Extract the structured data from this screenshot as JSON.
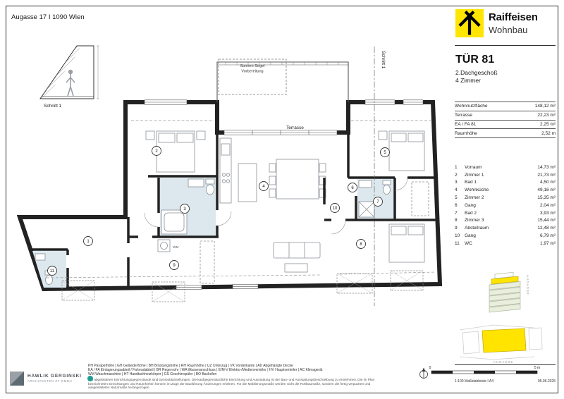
{
  "header": {
    "address": "Augasse 17 I 1090 Wien",
    "brand": "Raiffeisen",
    "brand_sub": "Wohnbau"
  },
  "sidebar": {
    "title": "TÜR 81",
    "floor": "2.Dachgeschoß",
    "room_count": "4 Zimmer",
    "summary": [
      {
        "label": "Wohnnutzfläche",
        "value": "148,12 m²"
      },
      {
        "label": "Terrasse",
        "value": "22,23 m²"
      },
      {
        "label": "EA / FA 81",
        "value": "2,25 m²"
      },
      {
        "label": "Raumhöhe",
        "value": "2,52 m"
      }
    ],
    "rooms": [
      {
        "nr": "1",
        "name": "Vorraum",
        "area": "14,73 m²"
      },
      {
        "nr": "2",
        "name": "Zimmer 1",
        "area": "21,73 m²"
      },
      {
        "nr": "3",
        "name": "Bad 1",
        "area": "4,50 m²"
      },
      {
        "nr": "4",
        "name": "Wohnküche",
        "area": "49,16 m²"
      },
      {
        "nr": "5",
        "name": "Zimmer 2",
        "area": "15,35 m²"
      },
      {
        "nr": "6",
        "name": "Gang",
        "area": "2,04 m²"
      },
      {
        "nr": "7",
        "name": "Bad 2",
        "area": "3,93 m²"
      },
      {
        "nr": "8",
        "name": "Zimmer 3",
        "area": "15,44 m²"
      },
      {
        "nr": "9",
        "name": "Abstellraum",
        "area": "12,48 m²"
      },
      {
        "nr": "10",
        "name": "Gang",
        "area": "6,79 m²"
      },
      {
        "nr": "11",
        "name": "WC",
        "area": "1,97 m²"
      }
    ],
    "street_label": "AUGASSE"
  },
  "plan": {
    "section_label": "Schnitt 1",
    "terrace_label": "Terrasse",
    "sunsail_line1": "Sonnen-Segel",
    "sunsail_line2": "Vorbereitung",
    "wm_label": "WM"
  },
  "footer": {
    "legend_line1": "PH Parapethöhe | GH Geländerhöhe | BH Brüstungshöhe | RH Raumhöhe | UZ Unterzug | VK Vorderkante | AD Abgehängte Decke",
    "legend_line2": "EA / FA Einlagerungsabteil / Fahrradabteil | BR Regenrohr | WA Wasseranschluss | E/M-V Elektro-/Medienverteiler | HV Hauptverteiler | AC Klimagerät",
    "legend_line3": "WM Waschmaschine | HT Handtuchheizkörper | GS Geschirrspüler | BO Backofen",
    "disclaimer": "Die abgebildeten Einrichtungsgegenstände sind Symboldarstellungen. Die kaufgegenständliche Einrichtung und Ausstattung ist der Bau- und Ausstattungsbeschreibung zu entnehmen. Die im Plan bezeichneten Einrichtungen und Raumhöhen können im Zuge der Bauführung Änderungen erfahren. Für die Möblierungsmaße werden nicht die Rohbaumaße, sondern die fertig verputzten und ausgestalteten Naturmaße herangezogen.",
    "architect_name": "HAWLIK GERGINSKI",
    "architect_sub": "ARCHITEKTEN ZT GMBH",
    "scale_label": "1:100 Maßstableiste I A4",
    "date": "05.06.2025",
    "scale_zero": "0",
    "scale_five": "5 m"
  }
}
